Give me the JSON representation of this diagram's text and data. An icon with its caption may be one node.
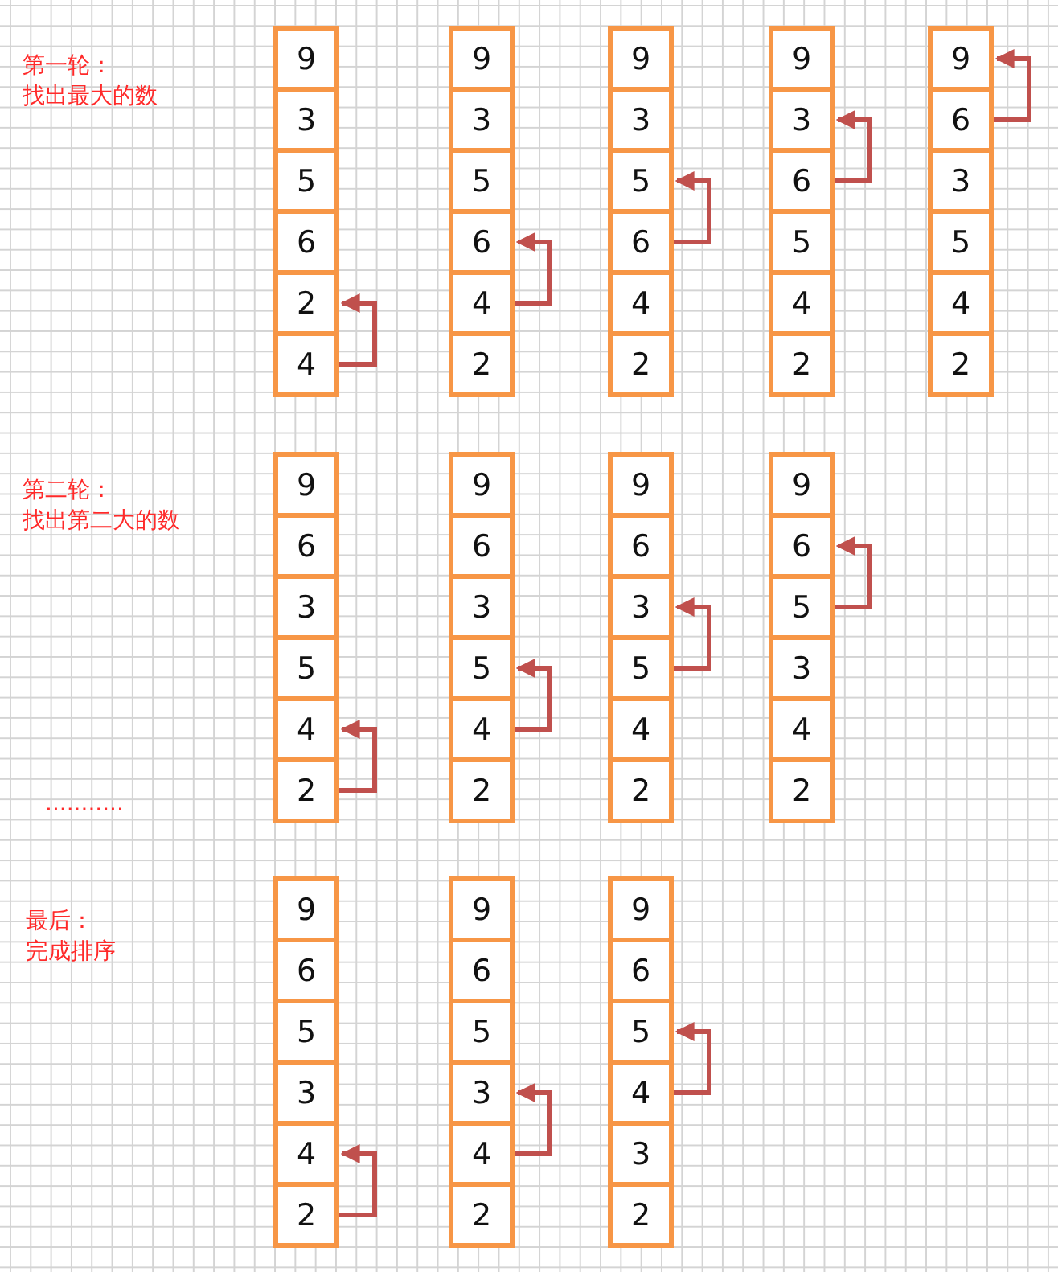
{
  "diagram": {
    "nodes": [
      {
        "text": [
          "9"
        ]
      },
      {
        "text": [
          "3"
        ]
      },
      {
        "text": [
          "5"
        ]
      },
      {
        "text": [
          "6"
        ]
      },
      {
        "text": [
          "2"
        ]
      },
      {
        "text": [
          "4"
        ]
      },
      {
        "text": [
          "9"
        ]
      },
      {
        "text": [
          "3"
        ]
      },
      {
        "text": [
          "5"
        ]
      },
      {
        "text": [
          "6"
        ]
      },
      {
        "text": [
          "4"
        ]
      },
      {
        "text": [
          "2"
        ]
      },
      {
        "text": [
          "9"
        ]
      },
      {
        "text": [
          "3"
        ]
      },
      {
        "text": [
          "5"
        ]
      },
      {
        "text": [
          "6"
        ]
      },
      {
        "text": [
          "4"
        ]
      },
      {
        "text": [
          "2"
        ]
      },
      {
        "text": [
          "9"
        ]
      },
      {
        "text": [
          "3"
        ]
      },
      {
        "text": [
          "6"
        ]
      },
      {
        "text": [
          "5"
        ]
      },
      {
        "text": [
          "4"
        ]
      },
      {
        "text": [
          "2"
        ]
      },
      {
        "text": [
          "9"
        ]
      },
      {
        "text": [
          "6"
        ]
      },
      {
        "text": [
          "3"
        ]
      },
      {
        "text": [
          "5"
        ]
      },
      {
        "text": [
          "4"
        ]
      },
      {
        "text": [
          "2"
        ]
      },
      {
        "text": [
          "9"
        ]
      },
      {
        "text": [
          "6"
        ]
      },
      {
        "text": [
          "3"
        ]
      },
      {
        "text": [
          "5"
        ]
      },
      {
        "text": [
          "4"
        ]
      },
      {
        "text": [
          "2"
        ]
      },
      {
        "text": [
          "9"
        ]
      },
      {
        "text": [
          "6"
        ]
      },
      {
        "text": [
          "3"
        ]
      },
      {
        "text": [
          "5"
        ]
      },
      {
        "text": [
          "4"
        ]
      },
      {
        "text": [
          "2"
        ]
      },
      {
        "text": [
          "9"
        ]
      },
      {
        "text": [
          "6"
        ]
      },
      {
        "text": [
          "3"
        ]
      },
      {
        "text": [
          "5"
        ]
      },
      {
        "text": [
          "4"
        ]
      },
      {
        "text": [
          "2"
        ]
      },
      {
        "text": [
          "9"
        ]
      },
      {
        "text": [
          "6"
        ]
      },
      {
        "text": [
          "5"
        ]
      },
      {
        "text": [
          "3"
        ]
      },
      {
        "text": [
          "4"
        ]
      },
      {
        "text": [
          "2"
        ]
      },
      {
        "text": [
          "9"
        ]
      },
      {
        "text": [
          "6"
        ]
      },
      {
        "text": [
          "5"
        ]
      },
      {
        "text": [
          "3"
        ]
      },
      {
        "text": [
          "4"
        ]
      },
      {
        "text": [
          "2"
        ]
      },
      {
        "text": [
          "9"
        ]
      },
      {
        "text": [
          "6"
        ]
      },
      {
        "text": [
          "5"
        ]
      },
      {
        "text": [
          "3"
        ]
      },
      {
        "text": [
          "4"
        ]
      },
      {
        "text": [
          "2"
        ]
      },
      {
        "text": [
          "9"
        ]
      },
      {
        "text": [
          "6"
        ]
      },
      {
        "text": [
          "5"
        ]
      },
      {
        "text": [
          "4"
        ]
      },
      {
        "text": [
          "3"
        ]
      },
      {
        "text": [
          "2"
        ]
      }
    ],
    "edges": [
      {
        "from": 5,
        "to": 4,
        "arrow": "to"
      },
      {
        "from": 10,
        "to": 9,
        "arrow": "to"
      },
      {
        "from": 15,
        "to": 14,
        "arrow": "to"
      },
      {
        "from": 20,
        "to": 19,
        "arrow": "to"
      },
      {
        "from": 25,
        "to": 24,
        "arrow": "to"
      },
      {
        "from": 35,
        "to": 34,
        "arrow": "to"
      },
      {
        "from": 40,
        "to": 39,
        "arrow": "to"
      },
      {
        "from": 45,
        "to": 44,
        "arrow": "to"
      },
      {
        "from": 50,
        "to": 49,
        "arrow": "to"
      },
      {
        "from": 59,
        "to": 58,
        "arrow": "to"
      },
      {
        "from": 64,
        "to": 63,
        "arrow": "to"
      },
      {
        "from": 69,
        "to": 68,
        "arrow": "to"
      }
    ],
    "labels": [
      "第一轮：",
      "找出最大的数",
      "第二轮：",
      "找出第二大的数",
      "...........",
      "最后：",
      "完成排序"
    ]
  }
}
